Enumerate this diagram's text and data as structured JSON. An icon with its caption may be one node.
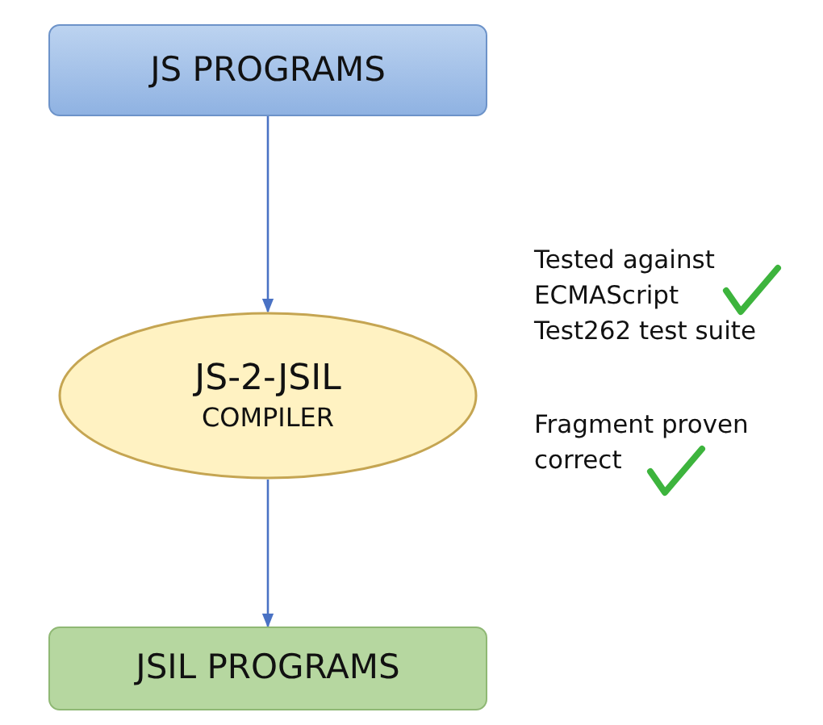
{
  "diagram": {
    "nodes": [
      {
        "text": [
          "JS PROGRAMS"
        ]
      },
      {
        "text": [
          "JS-2-JSIL",
          "COMPILER"
        ]
      },
      {
        "text": [
          "JSIL PROGRAMS"
        ]
      }
    ],
    "edges": [
      {
        "from": 0,
        "to": 1,
        "arrow": "to"
      },
      {
        "from": 1,
        "to": 2,
        "arrow": "to"
      }
    ],
    "labels": [
      "Tested against ECMAScript Test262 test suite",
      "Fragment proven correct"
    ]
  }
}
